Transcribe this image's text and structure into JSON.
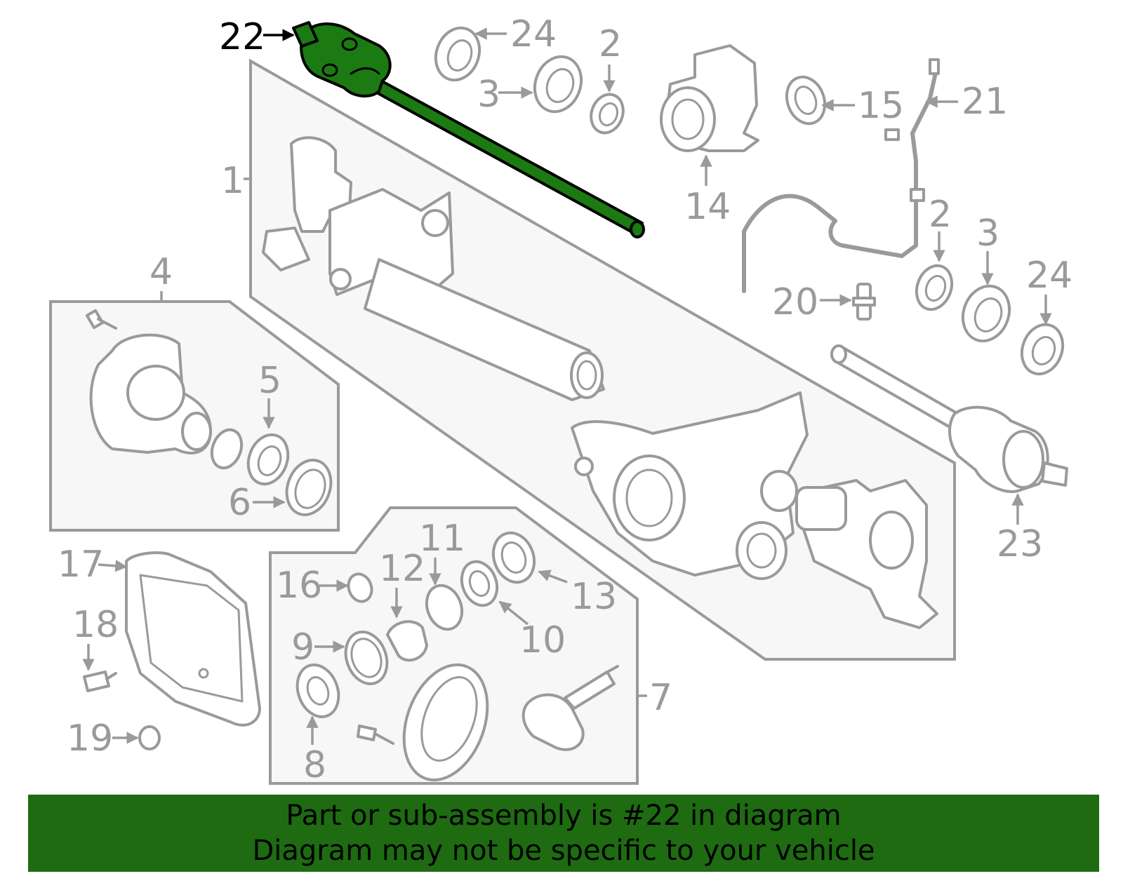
{
  "diagram": {
    "highlighted_part": "22",
    "colors": {
      "highlight": "#1c7a12",
      "banner": "#1e6b12",
      "line": "#9a9a9a",
      "text": "#000000"
    },
    "callouts": [
      {
        "id": "c22",
        "text": "22"
      },
      {
        "id": "c24a",
        "text": "24"
      },
      {
        "id": "c2a",
        "text": "2"
      },
      {
        "id": "c3a",
        "text": "3"
      },
      {
        "id": "c15",
        "text": "15"
      },
      {
        "id": "c21",
        "text": "21"
      },
      {
        "id": "c14",
        "text": "14"
      },
      {
        "id": "c1",
        "text": "1"
      },
      {
        "id": "c2b",
        "text": "2"
      },
      {
        "id": "c3b",
        "text": "3"
      },
      {
        "id": "c24b",
        "text": "24"
      },
      {
        "id": "c20",
        "text": "20"
      },
      {
        "id": "c4",
        "text": "4"
      },
      {
        "id": "c5",
        "text": "5"
      },
      {
        "id": "c6",
        "text": "6"
      },
      {
        "id": "c23",
        "text": "23"
      },
      {
        "id": "c17",
        "text": "17"
      },
      {
        "id": "c11",
        "text": "11"
      },
      {
        "id": "c12",
        "text": "12"
      },
      {
        "id": "c16",
        "text": "16"
      },
      {
        "id": "c13",
        "text": "13"
      },
      {
        "id": "c10",
        "text": "10"
      },
      {
        "id": "c18",
        "text": "18"
      },
      {
        "id": "c9",
        "text": "9"
      },
      {
        "id": "c7",
        "text": "7"
      },
      {
        "id": "c8",
        "text": "8"
      },
      {
        "id": "c19",
        "text": "19"
      }
    ]
  },
  "banner": {
    "line1": "Part or sub-assembly is #22 in diagram",
    "line2": "Diagram may not be specific to your vehicle"
  }
}
